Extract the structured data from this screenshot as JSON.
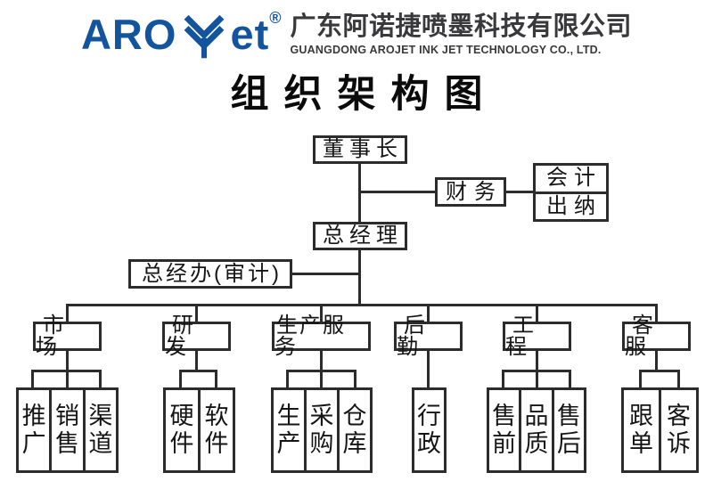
{
  "header": {
    "logo": {
      "left": "ARO",
      "right": "et",
      "reg": "®",
      "icon": "arojet-nozzle-icon"
    },
    "company_cn": "广东阿诺捷喷墨科技有限公司",
    "company_en": "GUANGDONG AROJET INK JET TECHNOLOGY CO., LTD.",
    "brand_color": "#13549f"
  },
  "title": "组织架构图",
  "org": {
    "line_color": "#2c2c2c",
    "chairman": "董事长",
    "finance": "财务",
    "finance_children": [
      "会计",
      "出纳"
    ],
    "gm": "总经理",
    "gm_office": "总经办(审计)",
    "departments": [
      {
        "label": "市场",
        "children": [
          "推广",
          "销售",
          "渠道"
        ]
      },
      {
        "label": "研发",
        "children": [
          "硬件",
          "软件"
        ]
      },
      {
        "label": "生产服务",
        "children": [
          "生产",
          "采购",
          "仓库"
        ]
      },
      {
        "label": "后勤",
        "children": [
          "行政"
        ]
      },
      {
        "label": "工程",
        "children": [
          "售前",
          "品质",
          "售后"
        ]
      },
      {
        "label": "客服",
        "children": [
          "跟单",
          "客诉"
        ]
      }
    ]
  }
}
